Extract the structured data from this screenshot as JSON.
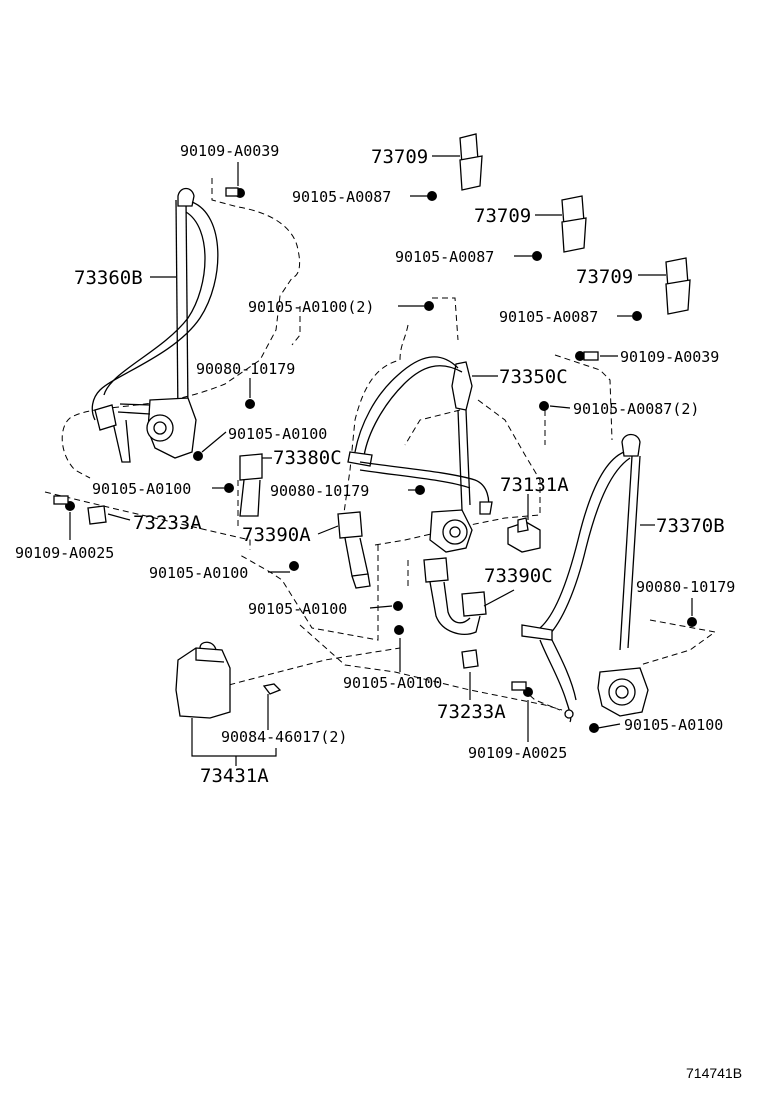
{
  "labels": {
    "p_73709_a": "73709",
    "p_73709_b": "73709",
    "p_73709_c": "73709",
    "p_90105_a0087_a": "90105-A0087",
    "p_90105_a0087_b": "90105-A0087",
    "p_90105_a0087_c": "90105-A0087",
    "p_90105_a0087_2": "90105-A0087(2)",
    "p_90109_a0039_l": "90109-A0039",
    "p_90109_a0039_r": "90109-A0039",
    "p_73360b": "73360B",
    "p_90105_a0100_2": "90105-A0100(2)",
    "p_90080_10179_a": "90080-10179",
    "p_90080_10179_b": "90080-10179",
    "p_90080_10179_c": "90080-10179",
    "p_73350c": "73350C",
    "p_90105_a0100_a": "90105-A0100",
    "p_90105_a0100_b": "90105-A0100",
    "p_90105_a0100_c": "90105-A0100",
    "p_90105_a0100_d": "90105-A0100",
    "p_90105_a0100_e": "90105-A0100",
    "p_90105_a0100_f": "90105-A0100",
    "p_73380c": "73380C",
    "p_73131a": "73131A",
    "p_73233a_l": "73233A",
    "p_73233a_r": "73233A",
    "p_73370b": "73370B",
    "p_90109_a0025_l": "90109-A0025",
    "p_90109_a0025_r": "90109-A0025",
    "p_73390a": "73390A",
    "p_73390c": "73390C",
    "p_90084_46017": "90084-46017(2)",
    "p_73431a": "73431A",
    "ref_code": "714741B"
  }
}
